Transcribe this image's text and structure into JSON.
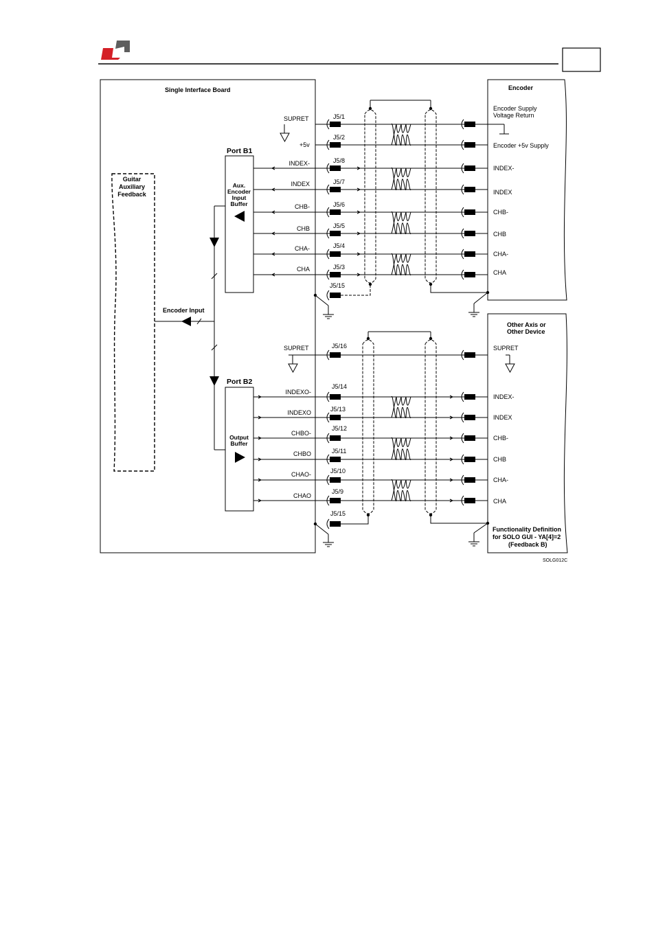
{
  "header": {
    "brand_colors": {
      "red": "#d42027",
      "gray": "#5e5e5e"
    }
  },
  "board": {
    "title": "Single Interface Board"
  },
  "guitar": {
    "label_1": "Guitar",
    "label_2": "Auxiliary",
    "label_3": "Feedback"
  },
  "encoder_input": "Encoder Input",
  "port_b1": {
    "title": "Port B1",
    "buffer_1": "Aux.",
    "buffer_2": "Encoder",
    "buffer_3": "Input",
    "buffer_4": "Buffer",
    "supply": {
      "supret": "SUPRET",
      "plus5v": "+5v",
      "pin_supret": "J5/1",
      "pin_5v": "J5/2"
    },
    "signals": [
      {
        "name": "INDEX-",
        "pin": "J5/8"
      },
      {
        "name": "INDEX",
        "pin": "J5/7"
      },
      {
        "name": "CHB-",
        "pin": "J5/6"
      },
      {
        "name": "CHB",
        "pin": "J5/5"
      },
      {
        "name": "CHA-",
        "pin": "J5/4"
      },
      {
        "name": "CHA",
        "pin": "J5/3"
      }
    ],
    "shield_pin": "J5/15"
  },
  "port_b2": {
    "title": "Port B2",
    "buffer_1": "Output",
    "buffer_2": "Buffer",
    "supply": {
      "supret": "SUPRET",
      "pin_supret": "J5/16"
    },
    "signals": [
      {
        "name": "INDEXO-",
        "pin": "J5/14"
      },
      {
        "name": "INDEXO",
        "pin": "J5/13"
      },
      {
        "name": "CHBO-",
        "pin": "J5/12"
      },
      {
        "name": "CHBO",
        "pin": "J5/11"
      },
      {
        "name": "CHAO-",
        "pin": "J5/10"
      },
      {
        "name": "CHAO",
        "pin": "J5/9"
      }
    ],
    "shield_pin": "J5/15"
  },
  "encoder": {
    "title": "Encoder",
    "supply_return_1": "Encoder Supply",
    "supply_return_2": "Voltage Return",
    "supply_5v": "Encoder +5v Supply",
    "signals": [
      "INDEX-",
      "INDEX",
      "CHB-",
      "CHB",
      "CHA-",
      "CHA"
    ]
  },
  "other_device": {
    "title_1": "Other Axis or",
    "title_2": "Other Device",
    "supret": "SUPRET",
    "signals": [
      "INDEX-",
      "INDEX",
      "CHB-",
      "CHB",
      "CHA-",
      "CHA"
    ],
    "func_1": "Functionality Definition",
    "func_2": "for SOLO GUI - YA[4]=2",
    "func_3": "(Feedback B)"
  },
  "figure_id": "SOLG012C"
}
